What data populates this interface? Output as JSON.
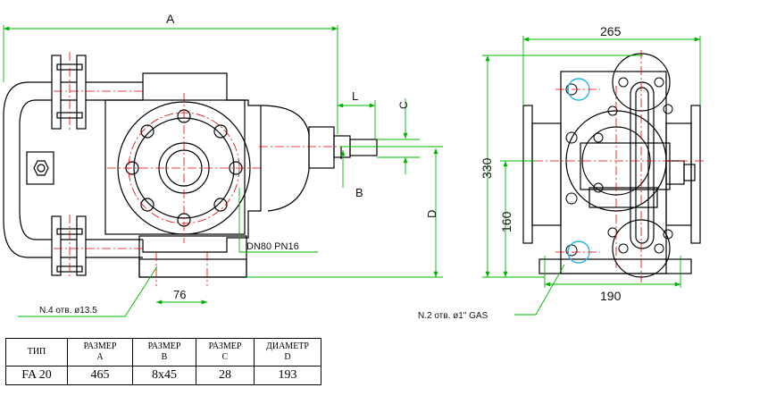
{
  "drawing": {
    "dim_a": "A",
    "dim_l": "L",
    "dim_c": "C",
    "dim_b": "B",
    "dim_d": "D",
    "dim_76": "76",
    "flange_note": "DN80  PN16",
    "holes_note": "N.4  отв. ø13.5",
    "dim_265": "265",
    "dim_330": "330",
    "dim_160": "160",
    "dim_190": "190",
    "ports_note": "N.2 отв. ø1\" GAS"
  },
  "table": {
    "headers": [
      {
        "line1": "ТИП",
        "line2": ""
      },
      {
        "line1": "РАЗМЕР",
        "line2": "A"
      },
      {
        "line1": "РАЗМЕР",
        "line2": "B"
      },
      {
        "line1": "РАЗМЕР",
        "line2": "C"
      },
      {
        "line1": "ДИАМЕТР",
        "line2": "D"
      }
    ],
    "row": [
      "FA 20",
      "465",
      "8x45",
      "28",
      "193"
    ]
  },
  "colors": {
    "dimension": "#00b400",
    "centerline": "#e00000",
    "outline": "#000000",
    "port": "#29b6e8"
  }
}
